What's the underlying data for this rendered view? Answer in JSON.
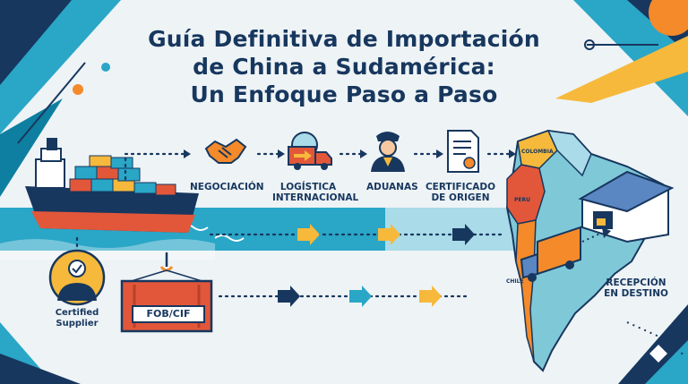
{
  "title": {
    "line1": "Guía Definitiva de Importación",
    "line2": "de China a Sudamérica:",
    "line3": "Un Enfoque Paso a Paso"
  },
  "steps": [
    {
      "label": "NEGOCIACIÓN",
      "icon": "handshake-icon"
    },
    {
      "label_line1": "LOGÍSTICA",
      "label_line2": "INTERNACIONAL",
      "icon": "delivery-truck-icon"
    },
    {
      "label": "ADUANAS",
      "icon": "customs-officer-icon"
    },
    {
      "label_line1": "CERTIFICADO",
      "label_line2": "DE ORIGEN",
      "icon": "certificate-icon"
    }
  ],
  "supplier": {
    "line1": "Certified",
    "line2": "Supplier",
    "icon": "certified-supplier-icon"
  },
  "container_label": "FOB/CIF",
  "destination": {
    "line1": "RECEPCIÓN",
    "line2": "EN DESTINO"
  },
  "map_labels": {
    "colombia": "COLOMBIA",
    "peru": "PERU",
    "chile": "CHILE"
  },
  "colors": {
    "navy": "#17375e",
    "teal": "#2aa6c7",
    "orange": "#f48a2a",
    "yellow": "#f6b93b",
    "background": "#eef3f6"
  }
}
